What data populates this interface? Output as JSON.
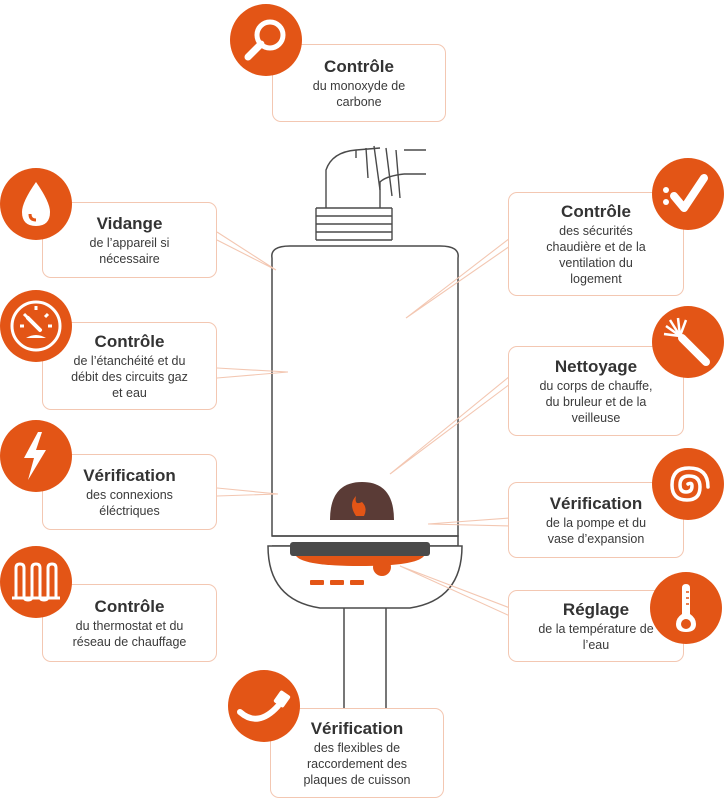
{
  "colors": {
    "accent": "#e35516",
    "line": "#f3c7b2",
    "boiler_stroke": "#4a4a4a",
    "flame_dome": "#5a3b36"
  },
  "items": [
    {
      "id": "co",
      "title": "Contrôle",
      "desc": "du monoxyde de\ncarbone",
      "icon": "magnifier-icon"
    },
    {
      "id": "vidange",
      "title": "Vidange",
      "desc": "de l’appareil si\nnécessaire",
      "icon": "water-drop-icon"
    },
    {
      "id": "etancheite",
      "title": "Contrôle",
      "desc": "de l’étanchéité et du\ndébit des circuits gaz\net eau",
      "icon": "gauge-icon"
    },
    {
      "id": "electrique",
      "title": "Vérification",
      "desc": "des connexions\néléctriques",
      "icon": "lightning-icon"
    },
    {
      "id": "thermostat",
      "title": "Contrôle",
      "desc": "du thermostat et du\nréseau de chauffage",
      "icon": "radiator-icon"
    },
    {
      "id": "flexibles",
      "title": "Vérification",
      "desc": "des flexibles de\nraccordement des\nplaques de cuisson",
      "icon": "flexible-hose-icon"
    },
    {
      "id": "securites",
      "title": "Contrôle",
      "desc": "des sécurités\nchaudière et de la\nventilation du\nlogement",
      "icon": "checkmark-icon"
    },
    {
      "id": "nettoyage",
      "title": "Nettoyage",
      "desc": "du corps de chauffe,\ndu bruleur et de la\nveilleuse",
      "icon": "cleaning-brush-icon"
    },
    {
      "id": "pompe",
      "title": "Vérification",
      "desc": "de la pompe et du\nvase d’expansion",
      "icon": "spiral-icon"
    },
    {
      "id": "temperature",
      "title": "Réglage",
      "desc": "de la température de\nl’eau",
      "icon": "thermometer-icon"
    }
  ]
}
